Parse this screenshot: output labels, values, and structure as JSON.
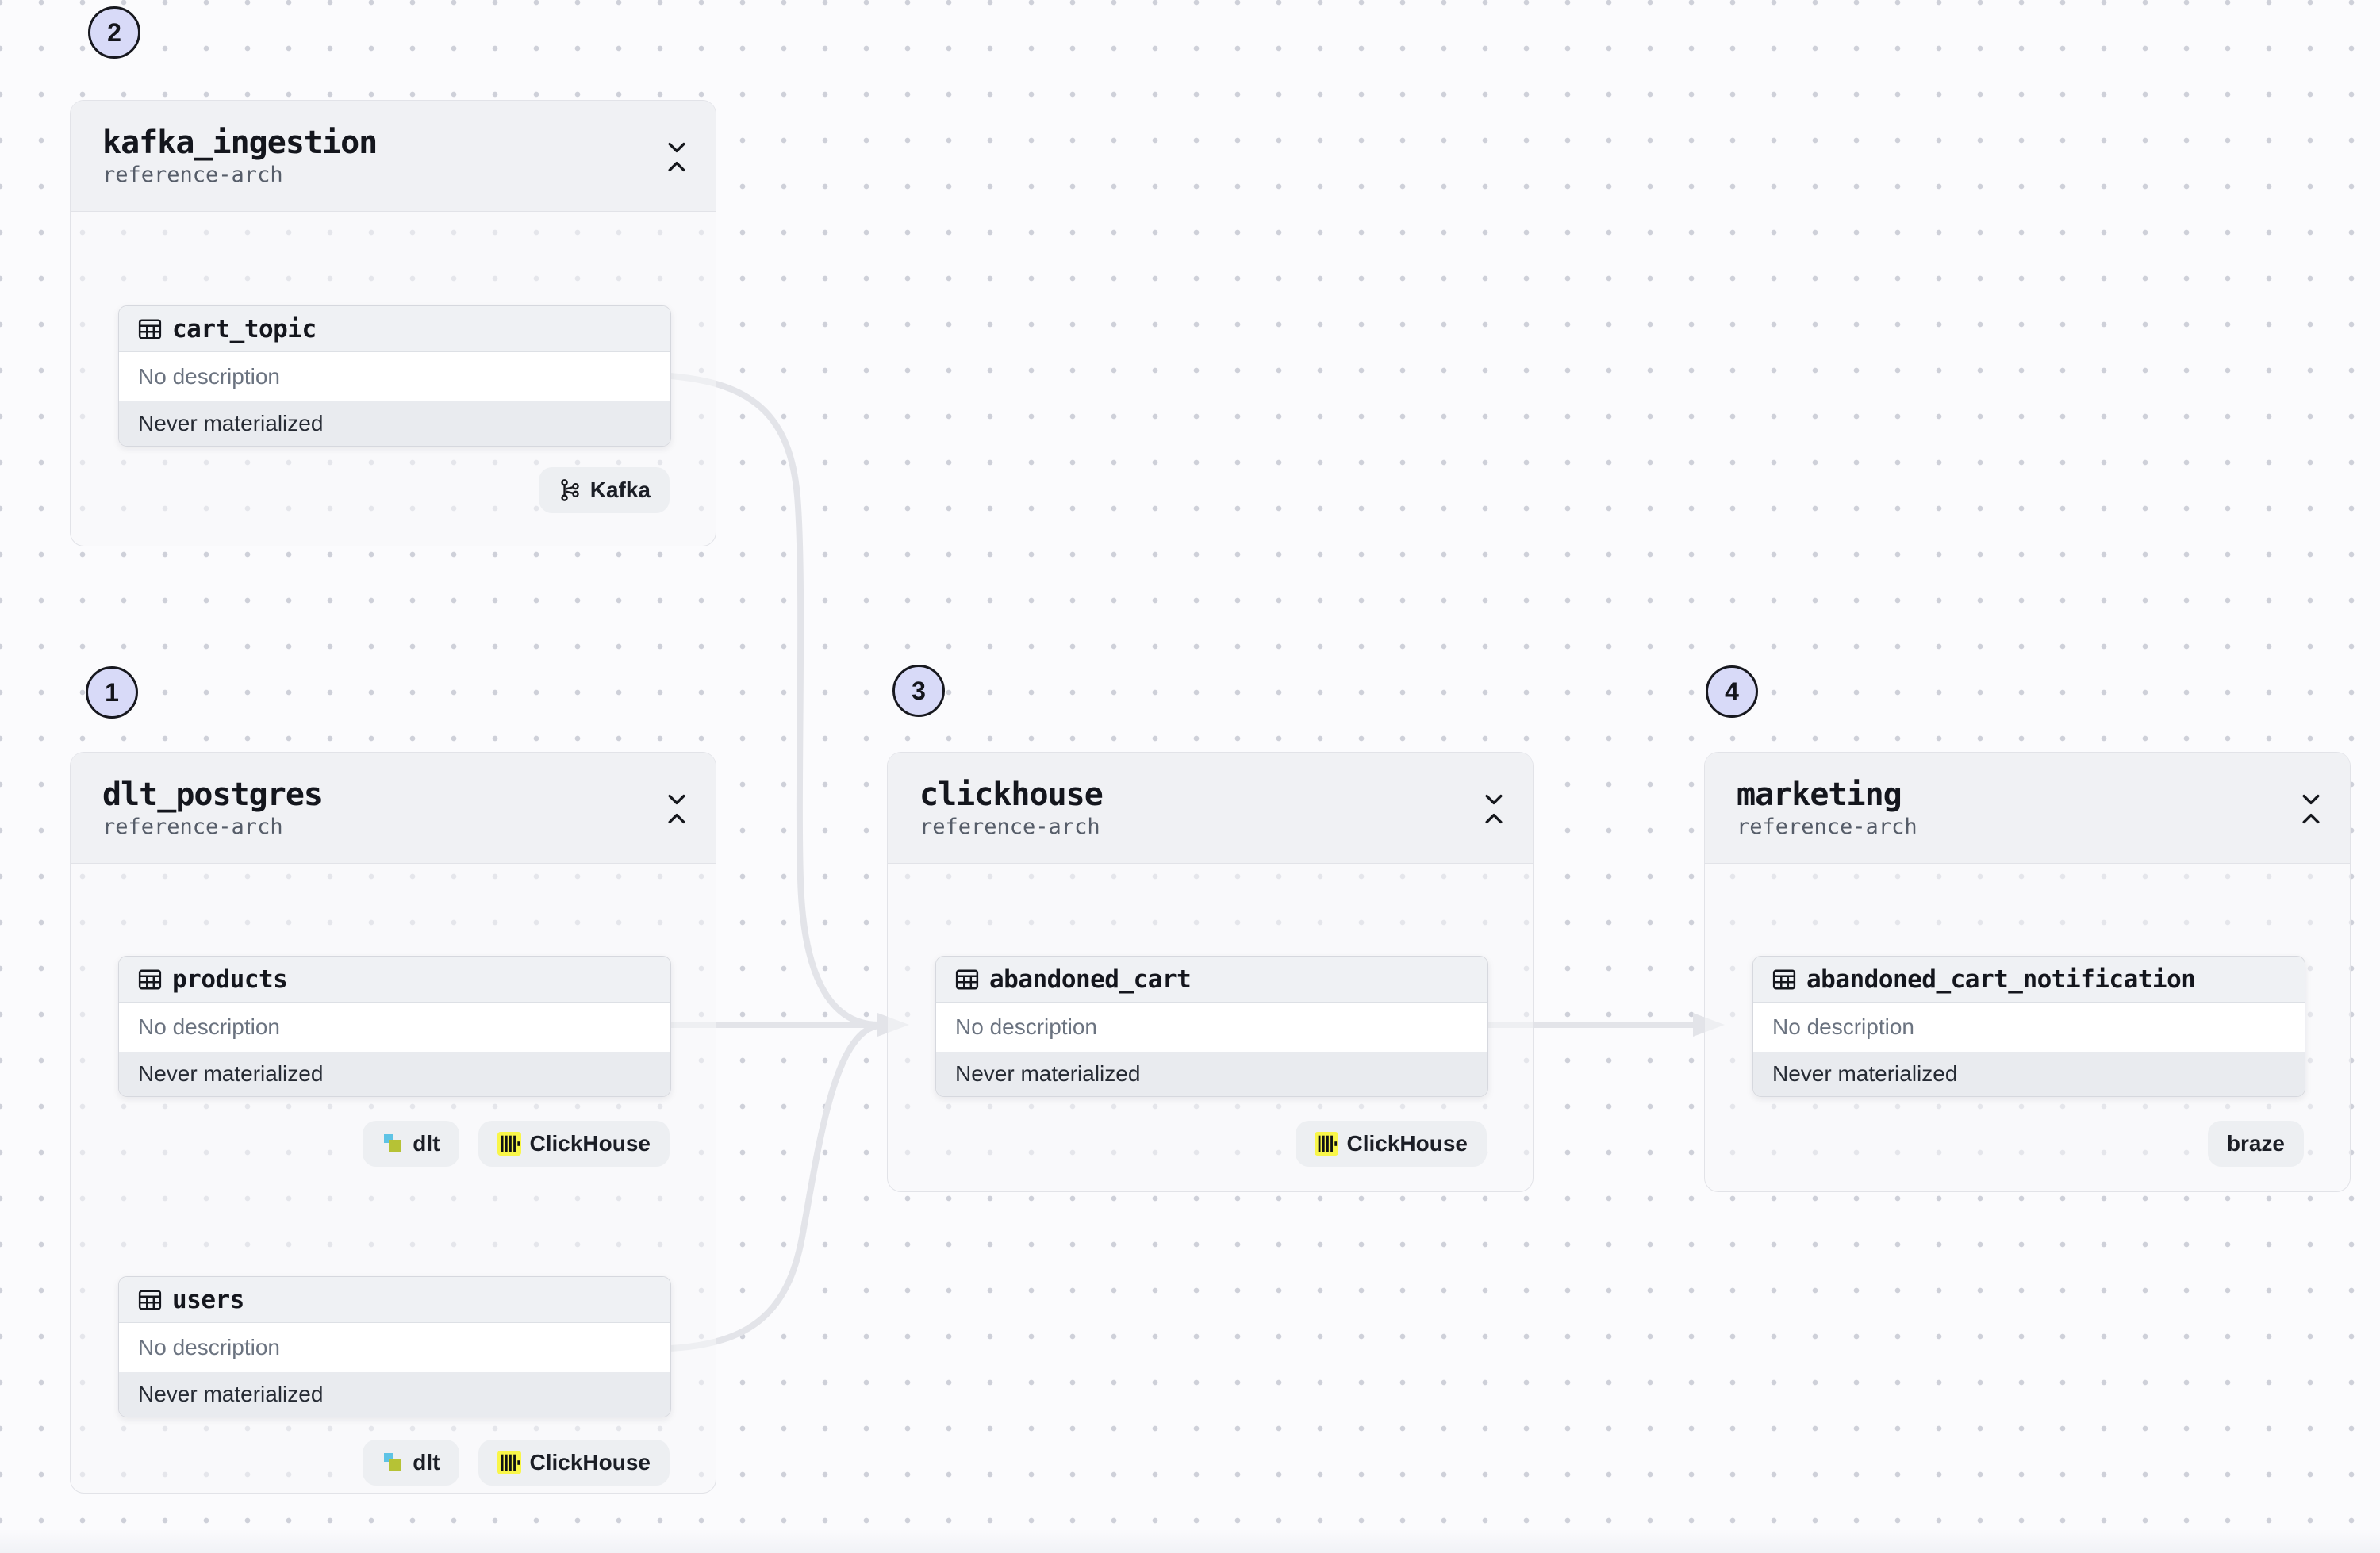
{
  "canvas": {
    "background": "#fbfbfd",
    "dot_color": "#ced0d9",
    "edge_color": "#e3e4e9",
    "step_badge_fill": "#d8daf8",
    "clickhouse_yellow": "#f9f649",
    "dlt_blue": "#5ec3e5",
    "dlt_olive": "#b6c235"
  },
  "groups": [
    {
      "number": "2",
      "title": "kafka_ingestion",
      "subtitle": "reference-arch",
      "assets": [
        {
          "icon": "table-icon",
          "name": "cart_topic",
          "description": "No description",
          "status": "Never materialized",
          "badges": [
            {
              "icon": "kafka-icon",
              "label": "Kafka"
            }
          ]
        }
      ]
    },
    {
      "number": "1",
      "title": "dlt_postgres",
      "subtitle": "reference-arch",
      "assets": [
        {
          "icon": "table-icon",
          "name": "products",
          "description": "No description",
          "status": "Never materialized",
          "badges": [
            {
              "icon": "dlt-icon",
              "label": "dlt"
            },
            {
              "icon": "clickhouse-icon",
              "label": "ClickHouse"
            }
          ]
        },
        {
          "icon": "table-icon",
          "name": "users",
          "description": "No description",
          "status": "Never materialized",
          "badges": [
            {
              "icon": "dlt-icon",
              "label": "dlt"
            },
            {
              "icon": "clickhouse-icon",
              "label": "ClickHouse"
            }
          ]
        }
      ]
    },
    {
      "number": "3",
      "title": "clickhouse",
      "subtitle": "reference-arch",
      "assets": [
        {
          "icon": "table-icon",
          "name": "abandoned_cart",
          "description": "No description",
          "status": "Never materialized",
          "badges": [
            {
              "icon": "clickhouse-icon",
              "label": "ClickHouse"
            }
          ]
        }
      ]
    },
    {
      "number": "4",
      "title": "marketing",
      "subtitle": "reference-arch",
      "assets": [
        {
          "icon": "table-icon",
          "name": "abandoned_cart_notification",
          "description": "No description",
          "status": "Never materialized",
          "badges": [
            {
              "label": "braze"
            }
          ]
        }
      ]
    }
  ],
  "edges": [
    {
      "from": "cart_topic",
      "to": "abandoned_cart"
    },
    {
      "from": "products",
      "to": "abandoned_cart"
    },
    {
      "from": "users",
      "to": "abandoned_cart"
    },
    {
      "from": "abandoned_cart",
      "to": "abandoned_cart_notification"
    }
  ]
}
